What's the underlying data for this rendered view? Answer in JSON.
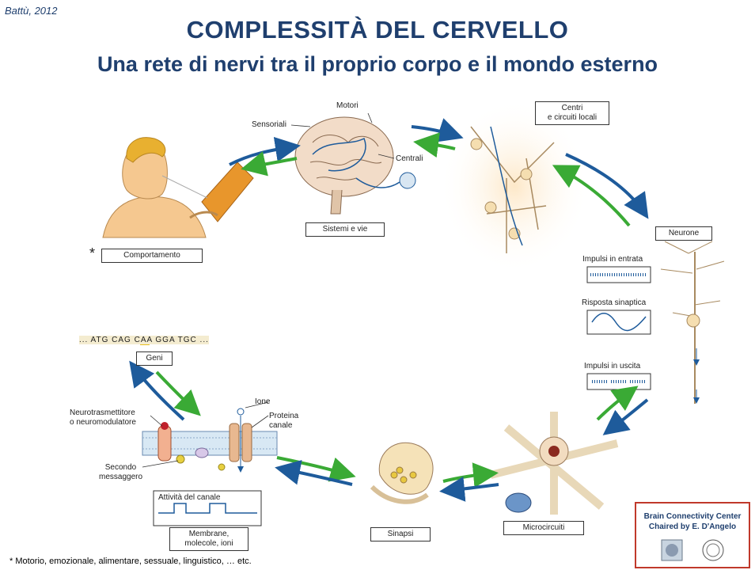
{
  "header": {
    "author": "Battù, 2012",
    "title": "COMPLESSITÀ DEL CERVELLO",
    "subtitle": "Una rete di nervi tra il proprio corpo e il mondo esterno"
  },
  "diagram": {
    "comportamento": "Comportamento",
    "asterisk": "*",
    "sistemi_e_vie": "Sistemi e vie",
    "sensoriali": "Sensoriali",
    "motori": "Motori",
    "centrali": "Centrali",
    "centri_line1": "Centri",
    "centri_line2": "e circuiti locali",
    "neurone": "Neurone",
    "impulsi_entrata": "Impulsi in entrata",
    "risposta_sinaptica": "Risposta sinaptica",
    "impulsi_uscita": "Impulsi in uscita",
    "microcircuiti": "Microcircuiti",
    "sinapsi": "Sinapsi",
    "membrane_line1": "Membrane,",
    "membrane_line2": "molecole, ioni",
    "attivita_canale": "Attività del canale",
    "secondo_line1": "Secondo",
    "secondo_line2": "messaggero",
    "neurotrasmettitore_line1": "Neurotrasmettitore",
    "neurotrasmettitore_line2": "o neuromodulatore",
    "ione": "Ione",
    "proteina_line1": "Proteina",
    "proteina_line2": "canale",
    "geni": "Geni",
    "dna_sequence": "... ATG CAG CAA GGA TGC ..."
  },
  "footnote": "* Motorio, emozionale, alimentare, sessuale, linguistico, … etc.",
  "brand": {
    "line1": "Brain Connectivity Center",
    "line2": "Chaired by E. D'Angelo"
  },
  "colors": {
    "title": "#1f3f6e",
    "arrow_blue": "#1e5b9b",
    "arrow_green": "#3aaa35",
    "brand_border": "#c0392b"
  }
}
